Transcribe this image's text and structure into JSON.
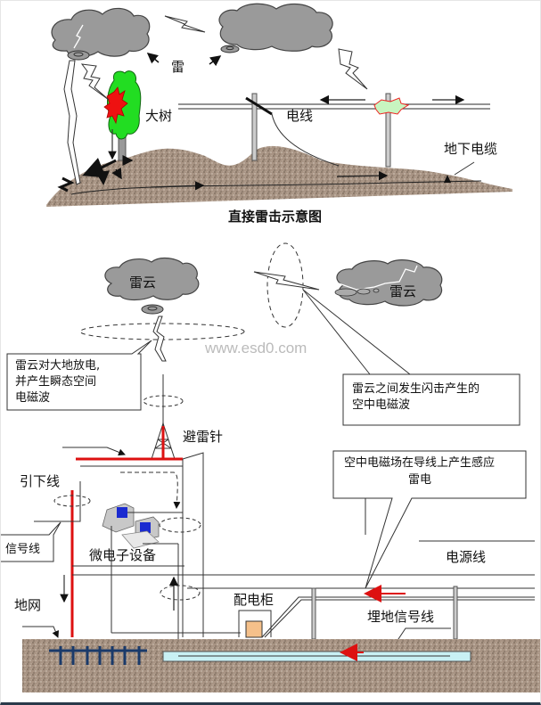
{
  "top_diagram": {
    "title": "直接雷击示意图",
    "labels": {
      "thunder": "雷",
      "tree": "大树",
      "power_line": "电线",
      "underground_cable": "地下电缆"
    }
  },
  "bottom_diagram": {
    "labels": {
      "thundercloud_left": "雷云",
      "thundercloud_right": "雷云",
      "lightning_rod": "避雷针",
      "down_conductor": "引下线",
      "signal_line": "信号线",
      "microelectronics": "微电子设备",
      "ground_grid": "地网",
      "distribution_cabinet": "配电柜",
      "power_cable": "电源线",
      "buried_signal_line": "埋地信号线"
    },
    "callouts": {
      "ground_discharge": [
        "雷云对大地放电,",
        "并产生瞬态空间",
        "电磁波"
      ],
      "cloud_to_cloud": [
        "雷云之间发生闪击产生的",
        "空中电磁波"
      ],
      "induced_lightning": [
        "空中电磁场在导线上产生感应",
        "雷电"
      ]
    }
  },
  "watermark": "www.esd0.com",
  "colors": {
    "cloud": "#9a9a9a",
    "ground": "#a89888",
    "tree": "#22dd22",
    "flash": "#ee1111",
    "conductor_red": "#dd1111",
    "ground_grid": "#1a3a6a",
    "pipe": "#c8f0f4",
    "cabinet": "#f5c08a"
  }
}
